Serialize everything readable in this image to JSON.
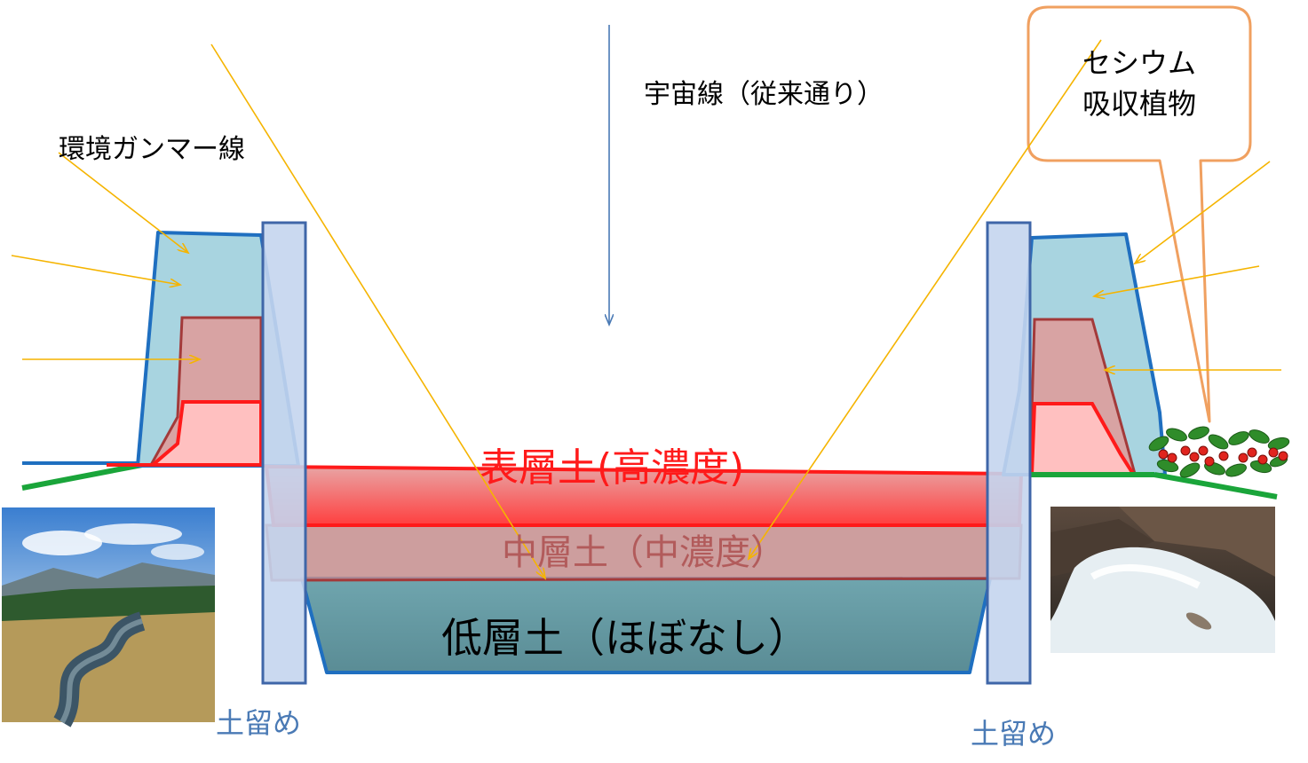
{
  "labels": {
    "cosmic_ray": "宇宙線（従来通り）",
    "gamma": "環境ガンマー線",
    "plant_line1": "セシウム",
    "plant_line2": "吸収植物",
    "top_soil": "表層土(高濃度)",
    "mid_soil": "中層土（中濃度）",
    "low_soil": "低層土（ほぼなし）",
    "retaining_left": "土留め",
    "retaining_right": "土留め"
  },
  "colors": {
    "top_soil_text": "#ff1a1a",
    "mid_soil_text": "#b25b5b",
    "low_soil_text": "#000000",
    "retaining_text": "#4a7ab5",
    "arrow_yellow": "#f5b400",
    "arrow_blue": "#4a7ab5",
    "callout_border": "#f0a060",
    "ground_green": "#1aa53a"
  }
}
